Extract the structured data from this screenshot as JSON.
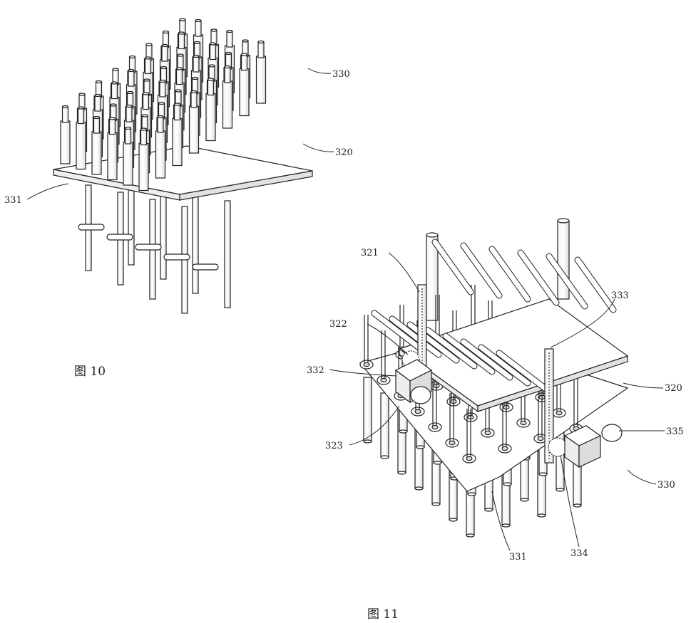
{
  "fig10": {
    "caption": "图 10",
    "labels": {
      "l330": "330",
      "l320": "320",
      "l331": "331"
    }
  },
  "fig11": {
    "caption": "图 11",
    "labels": {
      "l321": "321",
      "l322": "322",
      "l332": "332",
      "l323": "323",
      "l333": "333",
      "l320": "320",
      "l335": "335",
      "l330": "330",
      "l331": "331",
      "l334": "334"
    }
  }
}
